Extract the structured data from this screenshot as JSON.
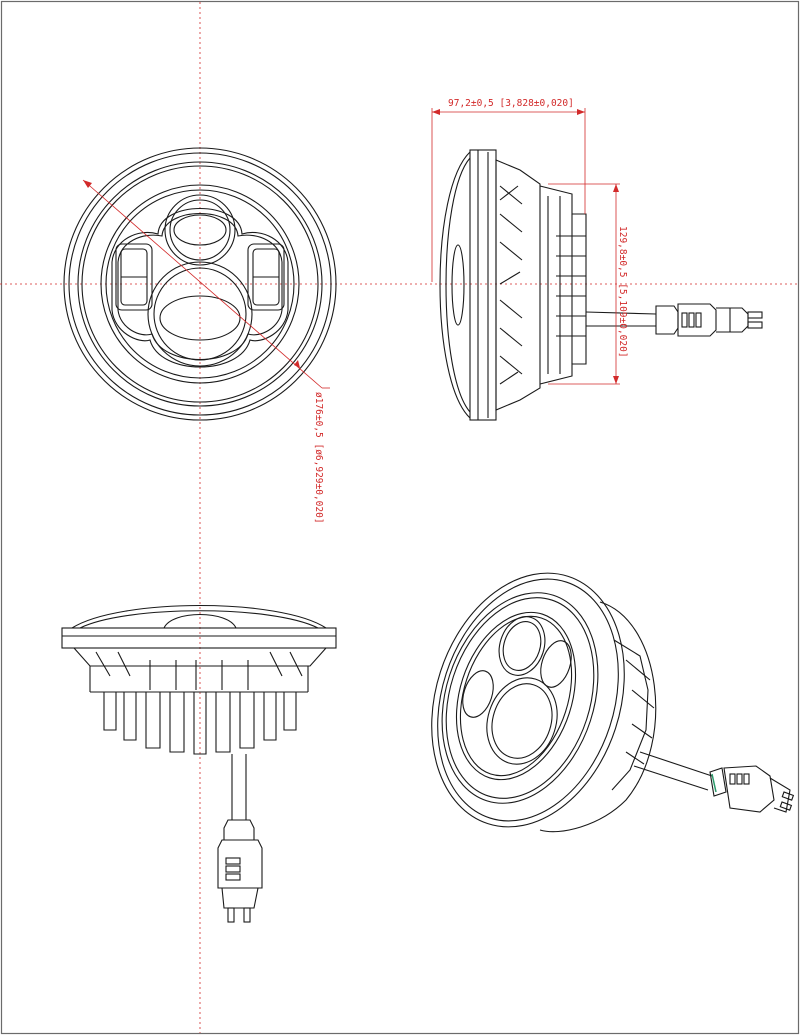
{
  "drawing": {
    "line_color": "#1a1a1a",
    "dimension_color": "#d22a2a",
    "centerline_color": "#d22a2a",
    "border_color": "#6b6b6b"
  },
  "dimensions": {
    "depth": "97,2±0,5 [3,828±0,020]",
    "height": "129,8±0,5 [5,109±0,020]",
    "diameter": "ø176±0,5 [ø6,929±0,020]"
  }
}
